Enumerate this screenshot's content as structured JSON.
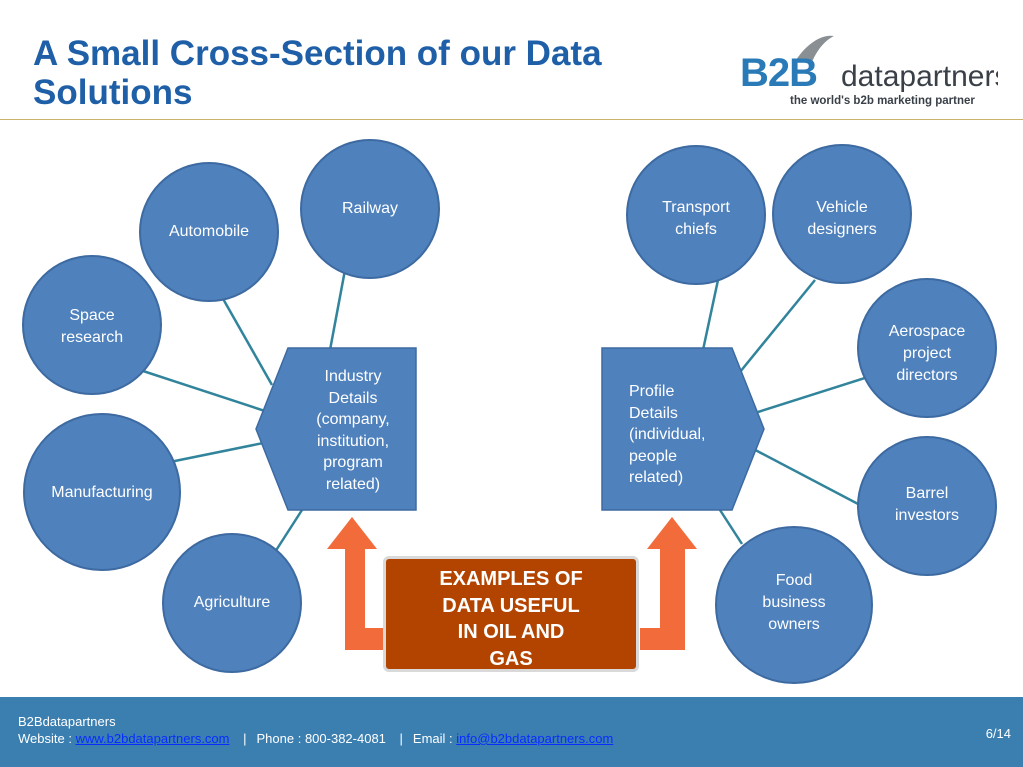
{
  "title": "A Small Cross-Section of our Data Solutions",
  "logo": {
    "brand_b2b": "B2B",
    "brand_name": "datapartners",
    "tagline": "the world's b2b marketing partner"
  },
  "left_hub": {
    "label_lines": [
      "Industry",
      "Details",
      "(company,",
      "institution,",
      "program",
      "related)"
    ]
  },
  "right_hub": {
    "label_lines": [
      "Profile",
      "Details",
      "(individual,",
      "people",
      "related)"
    ]
  },
  "left_nodes": [
    {
      "id": "railway",
      "lines": [
        "Railway"
      ]
    },
    {
      "id": "automobile",
      "lines": [
        "Automobile"
      ]
    },
    {
      "id": "space-research",
      "lines": [
        "Space",
        "research"
      ]
    },
    {
      "id": "manufacturing",
      "lines": [
        "Manufacturing"
      ]
    },
    {
      "id": "agriculture",
      "lines": [
        "Agriculture"
      ]
    }
  ],
  "right_nodes": [
    {
      "id": "transport-chiefs",
      "lines": [
        "Transport",
        "chiefs"
      ]
    },
    {
      "id": "vehicle-designers",
      "lines": [
        "Vehicle",
        "designers"
      ]
    },
    {
      "id": "aerospace-project-directors",
      "lines": [
        "Aerospace",
        "project",
        "directors"
      ]
    },
    {
      "id": "barrel-investors",
      "lines": [
        "Barrel",
        "investors"
      ]
    },
    {
      "id": "food-business-owners",
      "lines": [
        "Food",
        "business",
        "owners"
      ]
    }
  ],
  "center_box": {
    "lines": [
      "EXAMPLES OF",
      "DATA USEFUL",
      "IN OIL AND",
      "GAS"
    ]
  },
  "footer": {
    "company": "B2Bdatapartners",
    "website_label": "Website :",
    "website_link": "www.b2bdatapartners.com",
    "separator": "|",
    "phone": "Phone : 800-382-4081",
    "email_label": "Email :",
    "email_link": "info@b2bdatapartners.com",
    "page": "6/14"
  },
  "colors": {
    "title": "#1f5fa8",
    "node": "#4f81bd",
    "connector": "#31849b",
    "arrow": "#f26b3a",
    "center_box": "#b34400",
    "footer": "#3b7fb1",
    "link": "#0a2cff"
  }
}
